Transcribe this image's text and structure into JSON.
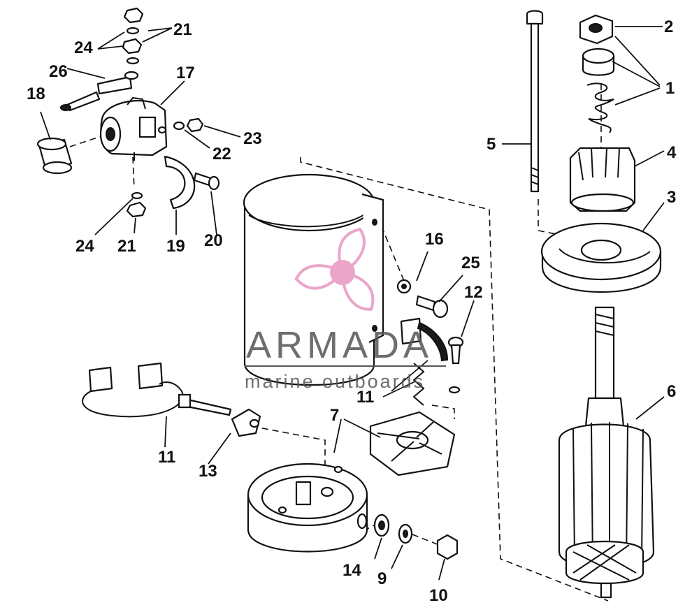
{
  "diagram": {
    "part_numbers": {
      "p1": "1",
      "p2": "2",
      "p3": "3",
      "p4": "4",
      "p5": "5",
      "p6": "6",
      "p7": "7",
      "p9": "9",
      "p10": "10",
      "p11a": "11",
      "p11b": "11",
      "p12": "12",
      "p13": "13",
      "p14": "14",
      "p16": "16",
      "p17": "17",
      "p18": "18",
      "p19": "19",
      "p20": "20",
      "p21a": "21",
      "p21b": "21",
      "p22": "22",
      "p23": "23",
      "p24a": "24",
      "p24b": "24",
      "p25": "25",
      "p26": "26"
    }
  },
  "watermark": {
    "brand": "ARMADA",
    "tagline": "marine outboards",
    "logo_color": "#e89cc4"
  }
}
